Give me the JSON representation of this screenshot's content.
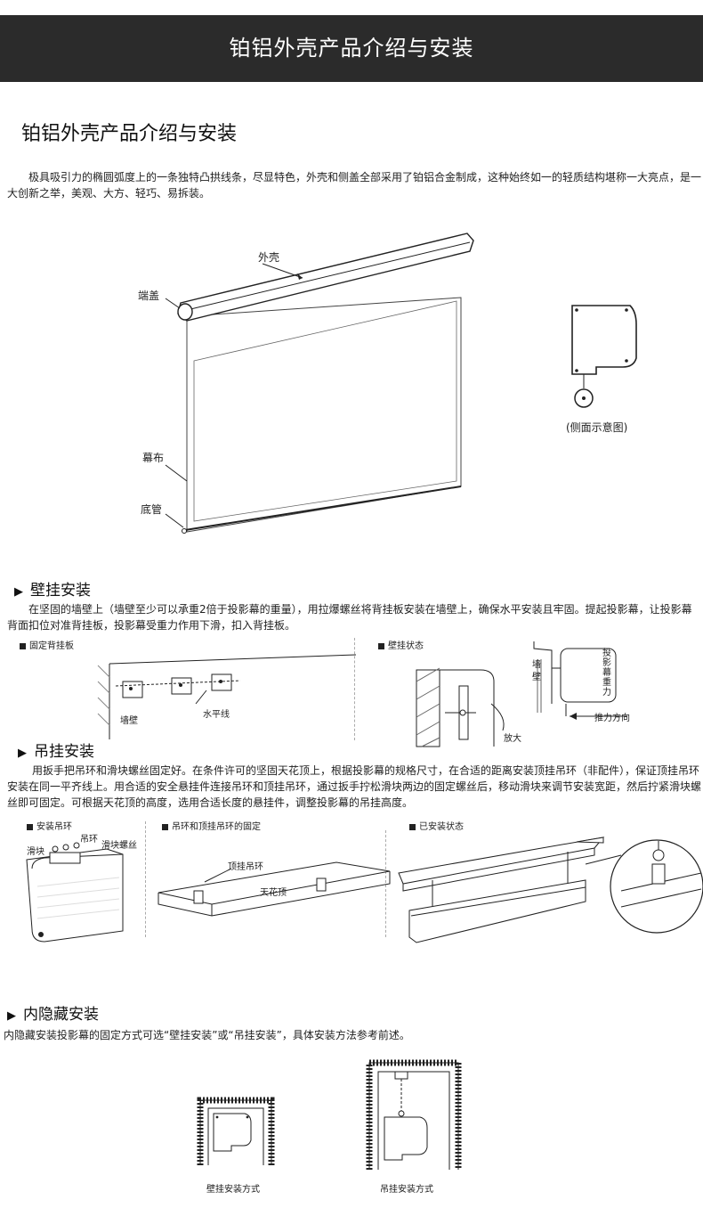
{
  "banner": {
    "title": "铂铝外壳产品介绍与安装"
  },
  "intro": {
    "title": "铂铝外壳产品介绍与安装",
    "body": "极具吸引力的椭圆弧度上的一条独特凸拱线条，尽显特色，外壳和侧盖全部采用了铂铝合金制成，这种始终如一的轻质结构堪称一大亮点，是一大创新之举，美观、大方、轻巧、易拆装。"
  },
  "diagram_main": {
    "label_shell": "外壳",
    "label_endcap": "端盖",
    "label_screen": "幕布",
    "label_bottom": "底管",
    "side_caption": "(侧面示意图)"
  },
  "wall": {
    "title": "壁挂安装",
    "body": "在坚固的墙壁上（墙壁至少可以承重2倍于投影幕的重量），用拉爆螺丝将背挂板安装在墙壁上，确保水平安装且牢固。提起投影幕，让投影幕背面扣位对准背挂板，投影幕受重力作用下滑，扣入背挂板。",
    "fig1_title": "固定背挂板",
    "fig1_wall": "墙壁",
    "fig1_level": "水平线",
    "fig2_title": "壁挂状态",
    "fig2_wall": "墙壁",
    "fig2_screen_label": "投影幕重力",
    "fig2_place": "放大",
    "fig2_push": "推力方向"
  },
  "hang": {
    "title": "吊挂安装",
    "body": "用扳手把吊环和滑块螺丝固定好。在条件许可的坚固天花顶上，根据投影幕的规格尺寸，在合适的距离安装顶挂吊环（非配件），保证顶挂吊环安装在同一平齐线上。用合适的安全悬挂件连接吊环和顶挂吊环，通过扳手拧松滑块两边的固定螺丝后，移动滑块来调节安装宽距，然后拧紧滑块螺丝即可固定。可根据天花顶的高度，选用合适长度的悬挂件，调整投影幕的吊挂高度。",
    "fig1_title": "安装吊环",
    "fig1_slider": "滑块",
    "fig1_ring": "吊环",
    "fig1_screw": "滑块螺丝",
    "fig2_title": "吊环和顶挂吊环的固定",
    "fig2_ring": "顶挂吊环",
    "fig2_ceiling": "天花顶",
    "fig3_title": "已安装状态"
  },
  "hidden": {
    "title": "内隐藏安装",
    "body": "内隐藏安装投影幕的固定方式可选“壁挂安装”或“吊挂安装”，具体安装方法参考前述。",
    "caption_wall": "壁挂安装方式",
    "caption_hang": "吊挂安装方式"
  }
}
